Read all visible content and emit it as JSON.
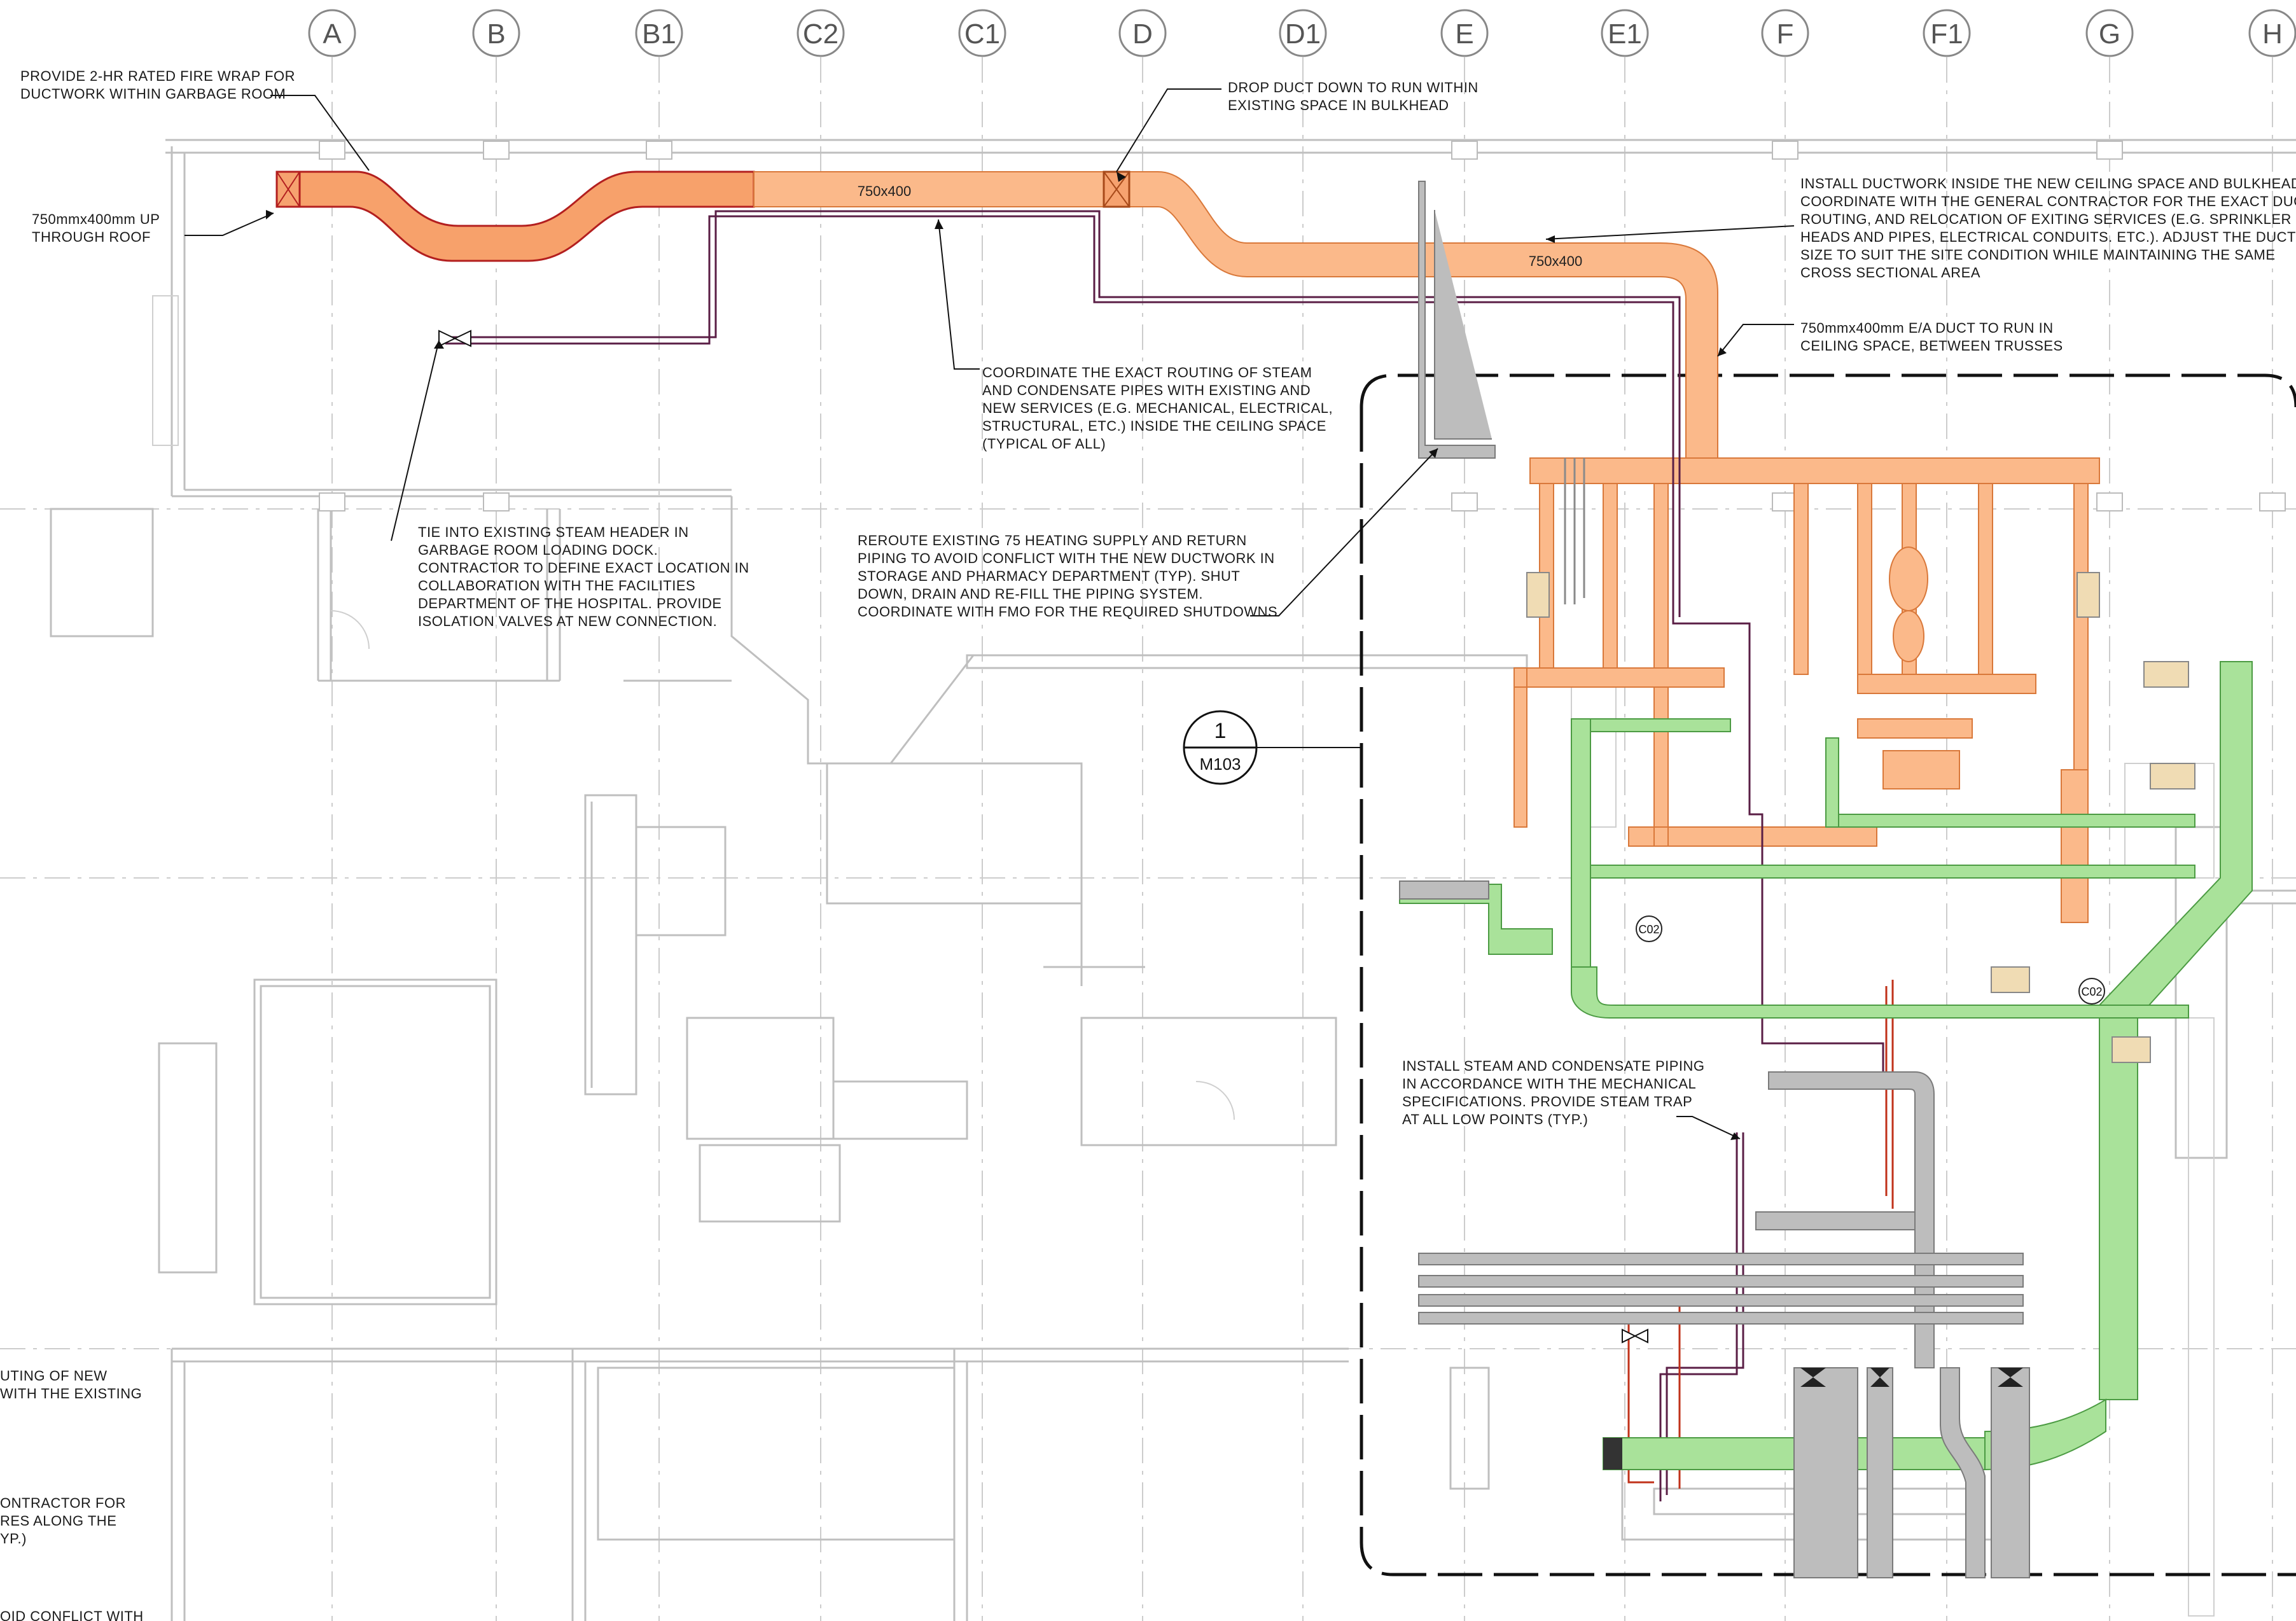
{
  "grid": {
    "columns": [
      "A",
      "B",
      "B1",
      "C2",
      "C1",
      "D",
      "D1",
      "E",
      "E1",
      "F",
      "F1",
      "G",
      "H"
    ]
  },
  "notes": {
    "fire_wrap": [
      "PROVIDE 2-HR RATED FIRE WRAP FOR",
      "DUCTWORK WITHIN GARBAGE ROOM"
    ],
    "roof_duct": [
      "750mmx400mm UP",
      "THROUGH ROOF"
    ],
    "drop_duct": [
      "DROP DUCT DOWN TO RUN WITHIN",
      "EXISTING SPACE IN BULKHEAD"
    ],
    "install_ductwork": [
      "INSTALL DUCTWORK INSIDE THE NEW CEILING SPACE AND BULKHEAD.",
      "COORDINATE WITH THE GENERAL CONTRACTOR FOR THE EXACT DUCT",
      "ROUTING, AND RELOCATION OF EXITING SERVICES (E.G. SPRINKLER",
      "HEADS AND PIPES, ELECTRICAL CONDUITS. ETC.). ADJUST THE DUCT",
      "SIZE TO SUIT THE SITE CONDITION WHILE MAINTAINING THE SAME",
      "CROSS SECTIONAL AREA"
    ],
    "ea_duct": [
      "750mmx400mm E/A DUCT TO RUN IN",
      "CEILING SPACE, BETWEEN TRUSSES"
    ],
    "coordinate_steam": [
      "COORDINATE THE EXACT ROUTING OF STEAM",
      "AND CONDENSATE PIPES WITH EXISTING AND",
      "NEW SERVICES (E.G. MECHANICAL, ELECTRICAL,",
      "STRUCTURAL, ETC.) INSIDE THE CEILING SPACE",
      "(TYPICAL OF ALL)"
    ],
    "tie_into": [
      "TIE INTO EXISTING STEAM HEADER IN",
      "GARBAGE ROOM LOADING DOCK.",
      "CONTRACTOR TO DEFINE EXACT LOCATION IN",
      "COLLABORATION WITH THE FACILITIES",
      "DEPARTMENT OF THE HOSPITAL. PROVIDE",
      "ISOLATION VALVES AT NEW CONNECTION."
    ],
    "reroute": [
      "REROUTE EXISTING 75 HEATING SUPPLY AND RETURN",
      "PIPING TO AVOID CONFLICT WITH THE NEW DUCTWORK IN",
      "STORAGE AND PHARMACY DEPARTMENT (TYP).  SHUT",
      "DOWN, DRAIN AND RE-FILL THE PIPING SYSTEM.",
      "COORDINATE WITH FMO FOR THE REQUIRED SHUTDOWNS"
    ],
    "install_steam": [
      "INSTALL STEAM AND CONDENSATE PIPING",
      "IN ACCORDANCE WITH THE MECHANICAL",
      "SPECIFICATIONS. PROVIDE STEAM TRAP",
      "AT ALL LOW POINTS (TYP.)"
    ],
    "left_fragment_1": [
      "UTING OF NEW",
      "WITH THE EXISTING"
    ],
    "left_fragment_2": [
      "ONTRACTOR FOR",
      "RES ALONG THE",
      "YP.)"
    ],
    "left_fragment_3": [
      "OID CONFLICT WITH"
    ]
  },
  "duct_labels": {
    "duct_a": "750x400",
    "duct_b": "750x400"
  },
  "detail_callout": {
    "number": "1",
    "sheet": "M103"
  },
  "equipment_tags": {
    "tag_1": "C02",
    "tag_2": "C02"
  },
  "colors": {
    "exhaust_duct": "#fbb98a",
    "supply_duct": "#a9e29a",
    "existing_duct": "#bdbdbd",
    "steam_pipe": "#5a1e45",
    "condensate_pipe": "#c0321a"
  }
}
